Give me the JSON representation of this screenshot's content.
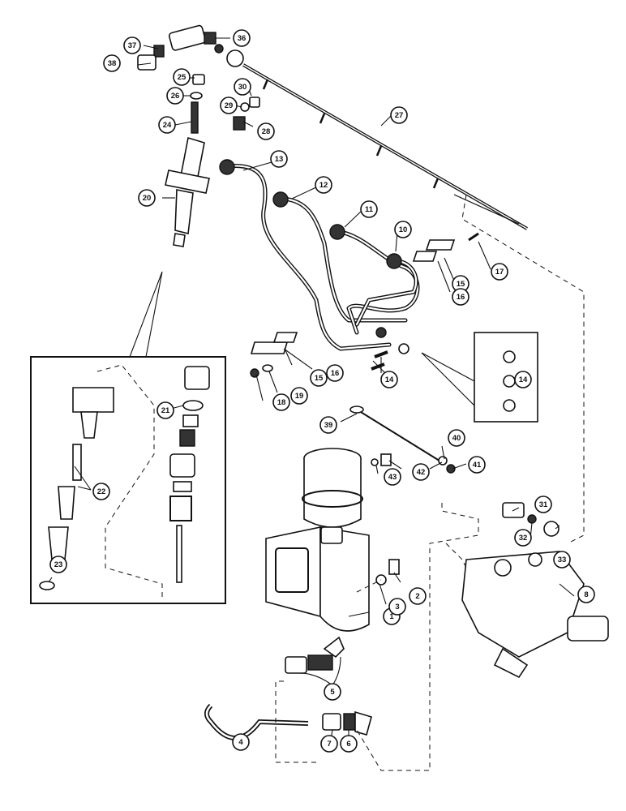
{
  "diagram": {
    "callouts": [
      {
        "id": "c1",
        "text": "1"
      },
      {
        "id": "c2",
        "text": "2"
      },
      {
        "id": "c3",
        "text": "3"
      },
      {
        "id": "c4",
        "text": "4"
      },
      {
        "id": "c5",
        "text": "5"
      },
      {
        "id": "c6",
        "text": "6"
      },
      {
        "id": "c7",
        "text": "7"
      },
      {
        "id": "c8",
        "text": "8"
      },
      {
        "id": "c10",
        "text": "10"
      },
      {
        "id": "c11",
        "text": "11"
      },
      {
        "id": "c12",
        "text": "12"
      },
      {
        "id": "c13",
        "text": "13"
      },
      {
        "id": "c14a",
        "text": "14"
      },
      {
        "id": "c14b",
        "text": "14"
      },
      {
        "id": "c15a",
        "text": "15"
      },
      {
        "id": "c15b",
        "text": "15"
      },
      {
        "id": "c16a",
        "text": "16"
      },
      {
        "id": "c16b",
        "text": "16"
      },
      {
        "id": "c17",
        "text": "17"
      },
      {
        "id": "c18",
        "text": "18"
      },
      {
        "id": "c19",
        "text": "19"
      },
      {
        "id": "c20",
        "text": "20"
      },
      {
        "id": "c21",
        "text": "21"
      },
      {
        "id": "c22",
        "text": "22"
      },
      {
        "id": "c23",
        "text": "23"
      },
      {
        "id": "c24",
        "text": "24"
      },
      {
        "id": "c25",
        "text": "25"
      },
      {
        "id": "c26",
        "text": "26"
      },
      {
        "id": "c27",
        "text": "27"
      },
      {
        "id": "c28",
        "text": "28"
      },
      {
        "id": "c29",
        "text": "29"
      },
      {
        "id": "c30",
        "text": "30"
      },
      {
        "id": "c31",
        "text": "31"
      },
      {
        "id": "c32",
        "text": "32"
      },
      {
        "id": "c33",
        "text": "33"
      },
      {
        "id": "c36",
        "text": "36"
      },
      {
        "id": "c37",
        "text": "37"
      },
      {
        "id": "c38",
        "text": "38"
      },
      {
        "id": "c39",
        "text": "39"
      },
      {
        "id": "c40",
        "text": "40"
      },
      {
        "id": "c41",
        "text": "41"
      },
      {
        "id": "c42",
        "text": "42"
      },
      {
        "id": "c43",
        "text": "43"
      }
    ]
  }
}
